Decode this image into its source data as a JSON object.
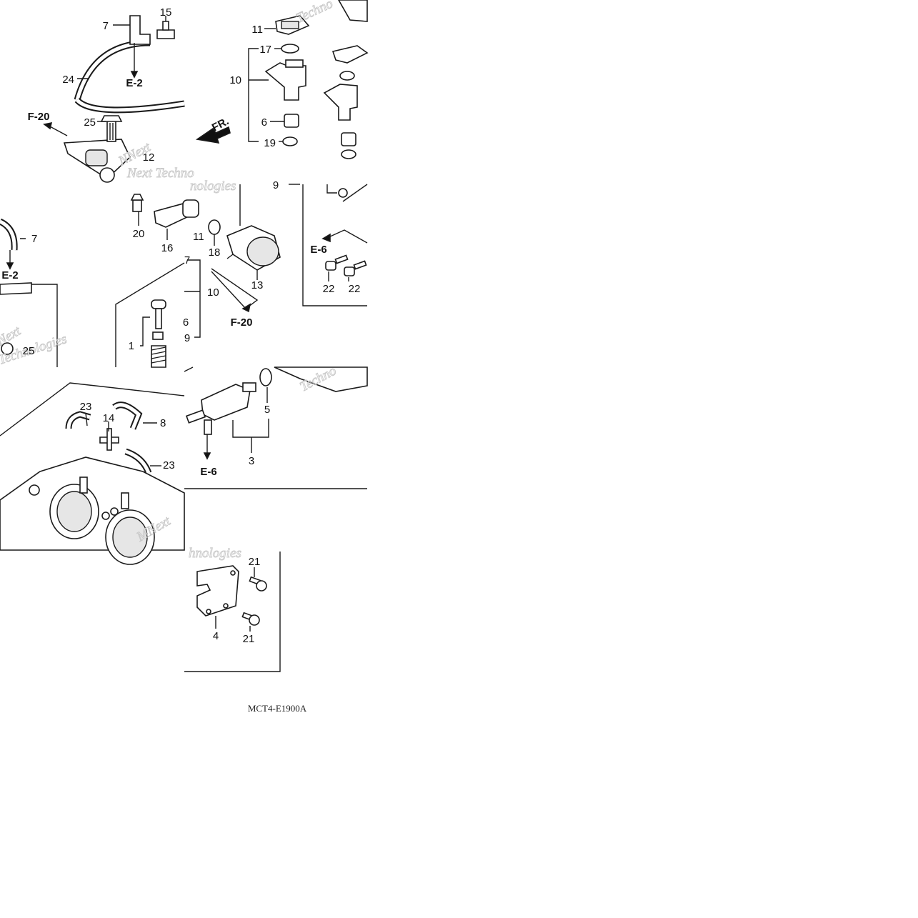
{
  "diagram": {
    "code": "MCT4-E1900A",
    "front_marker": "FR.",
    "references": [
      "E-2",
      "F-20",
      "E-6"
    ],
    "callouts": [
      "1",
      "3",
      "4",
      "5",
      "6",
      "7",
      "8",
      "9",
      "10",
      "11",
      "12",
      "13",
      "14",
      "15",
      "16",
      "17",
      "18",
      "19",
      "20",
      "21",
      "22",
      "23",
      "24",
      "25"
    ],
    "watermarks": [
      "Techno",
      "Next Techno",
      "NNext",
      "nologies",
      "Next",
      "Technologies",
      "Techno",
      "MNext",
      "hnologies"
    ]
  }
}
